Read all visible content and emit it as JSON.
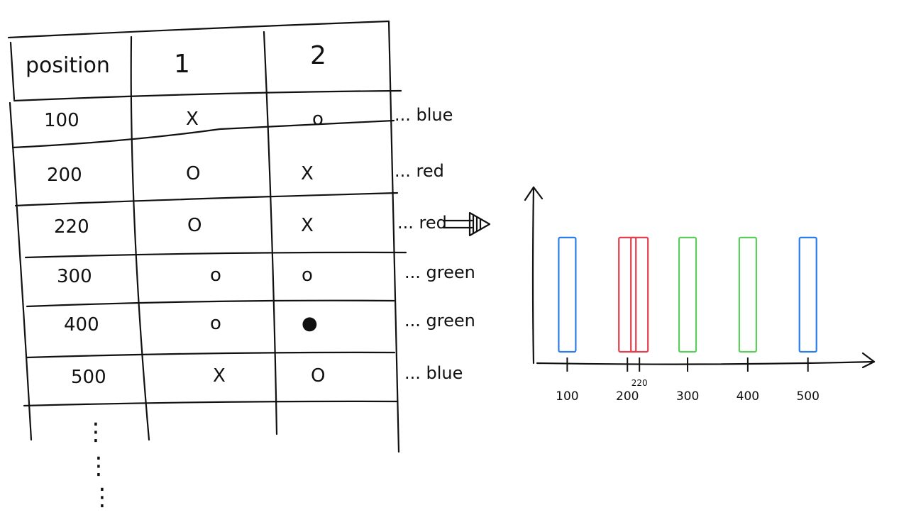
{
  "table": {
    "headers": [
      "position",
      "1",
      "2"
    ],
    "rows": [
      {
        "position": "100",
        "col1": "X",
        "col2": "o",
        "label": "... blue"
      },
      {
        "position": "200",
        "col1": "O",
        "col2": "X",
        "label": "... red"
      },
      {
        "position": "220",
        "col1": "O",
        "col2": "X",
        "label": "... red"
      },
      {
        "position": "300",
        "col1": "o",
        "col2": "o",
        "label": "... green"
      },
      {
        "position": "400",
        "col1": "o",
        "col2": "●",
        "label": "... green"
      },
      {
        "position": "500",
        "col1": "X",
        "col2": "O",
        "label": "... blue"
      }
    ],
    "continuation": "⋮"
  },
  "arrow_icon": "double-arrow-right",
  "colors": {
    "blue": "#2b7de9",
    "red": "#e0404f",
    "green": "#5ccc5c",
    "ink": "#111111"
  },
  "chart_data": {
    "type": "bar",
    "title": "",
    "xlabel": "",
    "ylabel": "",
    "categories": [
      "100",
      "200",
      "220",
      "300",
      "400",
      "500"
    ],
    "x": [
      100,
      200,
      220,
      300,
      400,
      500
    ],
    "values": [
      1,
      1,
      1,
      1,
      1,
      1
    ],
    "bar_colors": [
      "blue",
      "red",
      "red",
      "green",
      "green",
      "blue"
    ],
    "tick_labels": [
      "100",
      "200",
      "220",
      "300",
      "400",
      "500"
    ],
    "xlim": [
      50,
      610
    ],
    "ylim": [
      0,
      1.4
    ],
    "grid": false,
    "legend": "none"
  }
}
